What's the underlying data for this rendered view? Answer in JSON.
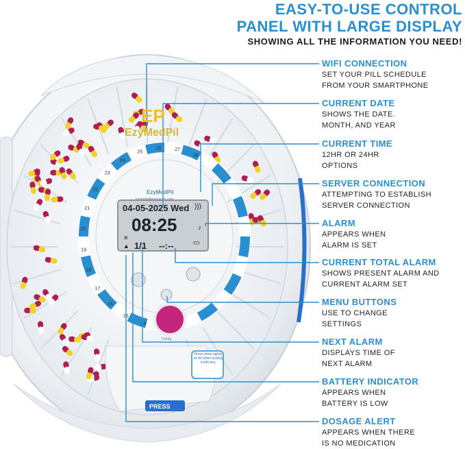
{
  "header": {
    "line1": "EASY-TO-USE CONTROL",
    "line2": "PANEL WITH LARGE DISPLAY",
    "subtitle": "SHOWING ALL THE INFORMATION YOU NEED!"
  },
  "colors": {
    "accent": "#2a8fcf",
    "pill_red": "#b01e4f",
    "pill_yellow": "#f1d22b",
    "lcd": "#c9cfd2"
  },
  "features": [
    {
      "title": "WIFI CONNECTION",
      "desc": "SET YOUR PILL SCHEDULE\nFROM YOUR SMARTPHONE"
    },
    {
      "title": "CURRENT DATE",
      "desc": "SHOWS THE DATE.\nMONTH, AND YEAR"
    },
    {
      "title": "CURRENT TIME",
      "desc": "12HR OR 24HR\nOPTIONS"
    },
    {
      "title": "SERVER CONNECTION",
      "desc": "ATTEMPTING TO ESTABLISH\nSERVER CONNECTION"
    },
    {
      "title": "ALARM",
      "desc": "APPEARS WHEN\nALARM IS SET"
    },
    {
      "title": "CURRENT TOTAL ALARM",
      "desc": "SHOWS PRESENT ALARM AND\nCURRENT ALARM SET"
    },
    {
      "title": "MENU BUTTONS",
      "desc": "USE TO CHANGE\nSETTINGS"
    },
    {
      "title": "NEXT ALARM",
      "desc": "DISPLAYS TIME OF\nNEXT ALARM"
    },
    {
      "title": "BATTERY INDICATOR",
      "desc": "APPEARS WHEN\nBATTERY IS LOW"
    },
    {
      "title": "DOSAGE ALERT",
      "desc": "APPEARS WHEN THERE\nIS NO MEDICATION"
    }
  ],
  "device": {
    "brand": "EzyMedPil",
    "logo": "EP",
    "website": "ezimedpillresources.com",
    "lcd_date": "04-05-2025 Wed",
    "lcd_time": "08:25",
    "lcd_alarm_count": "1/1",
    "lcd_next": "--:--",
    "press_label": "PRESS",
    "lid_note": "Press down tightly on lid when locking it with key.",
    "dial_numbers": [
      "14",
      "15",
      "16",
      "17",
      "18",
      "19",
      "20",
      "21",
      "22",
      "23",
      "24",
      "25",
      "26",
      "27",
      "28"
    ],
    "today_label": "today"
  }
}
